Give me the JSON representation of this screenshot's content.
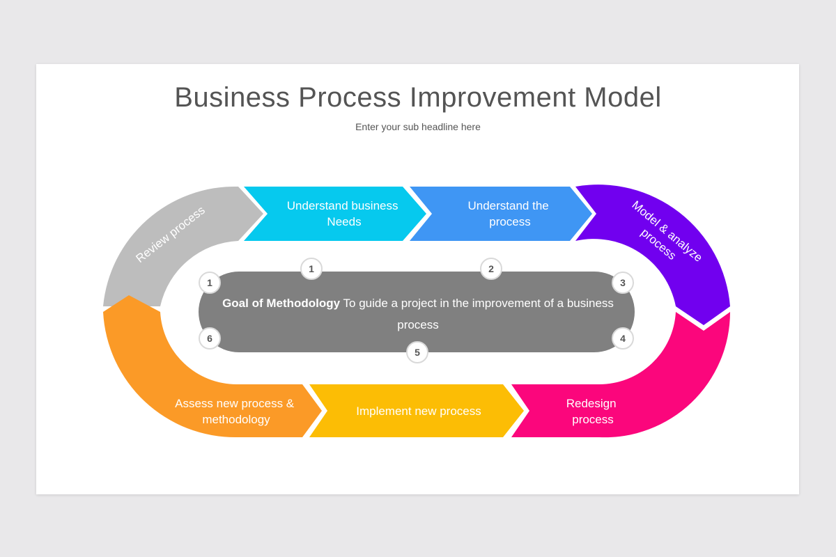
{
  "header": {
    "title": "Business Process Improvement Model",
    "subtitle": "Enter your sub headline here"
  },
  "center": {
    "goal_label": "Goal of Methodology",
    "goal_text": "To guide a project in the improvement of a business process"
  },
  "segments": [
    {
      "id": "review",
      "lines": [
        "Review process"
      ],
      "color": "#bdbdbd"
    },
    {
      "id": "understand-needs",
      "lines": [
        "Understand business",
        "Needs"
      ],
      "color": "#06c9ee"
    },
    {
      "id": "understand-process",
      "lines": [
        "Understand the",
        "process"
      ],
      "color": "#3f96f4"
    },
    {
      "id": "model-analyze",
      "lines": [
        "Model & analyze",
        "process"
      ],
      "color": "#7100ef"
    },
    {
      "id": "redesign",
      "lines": [
        "Redesign",
        "process"
      ],
      "color": "#fb067c"
    },
    {
      "id": "implement",
      "lines": [
        "Implement new process"
      ],
      "color": "#fcbd05"
    },
    {
      "id": "assess",
      "lines": [
        "Assess new process &",
        "methodology"
      ],
      "color": "#fb9a27"
    }
  ],
  "center_panel_color": "#808080",
  "badges": [
    "1",
    "1",
    "2",
    "3",
    "4",
    "5",
    "6"
  ]
}
